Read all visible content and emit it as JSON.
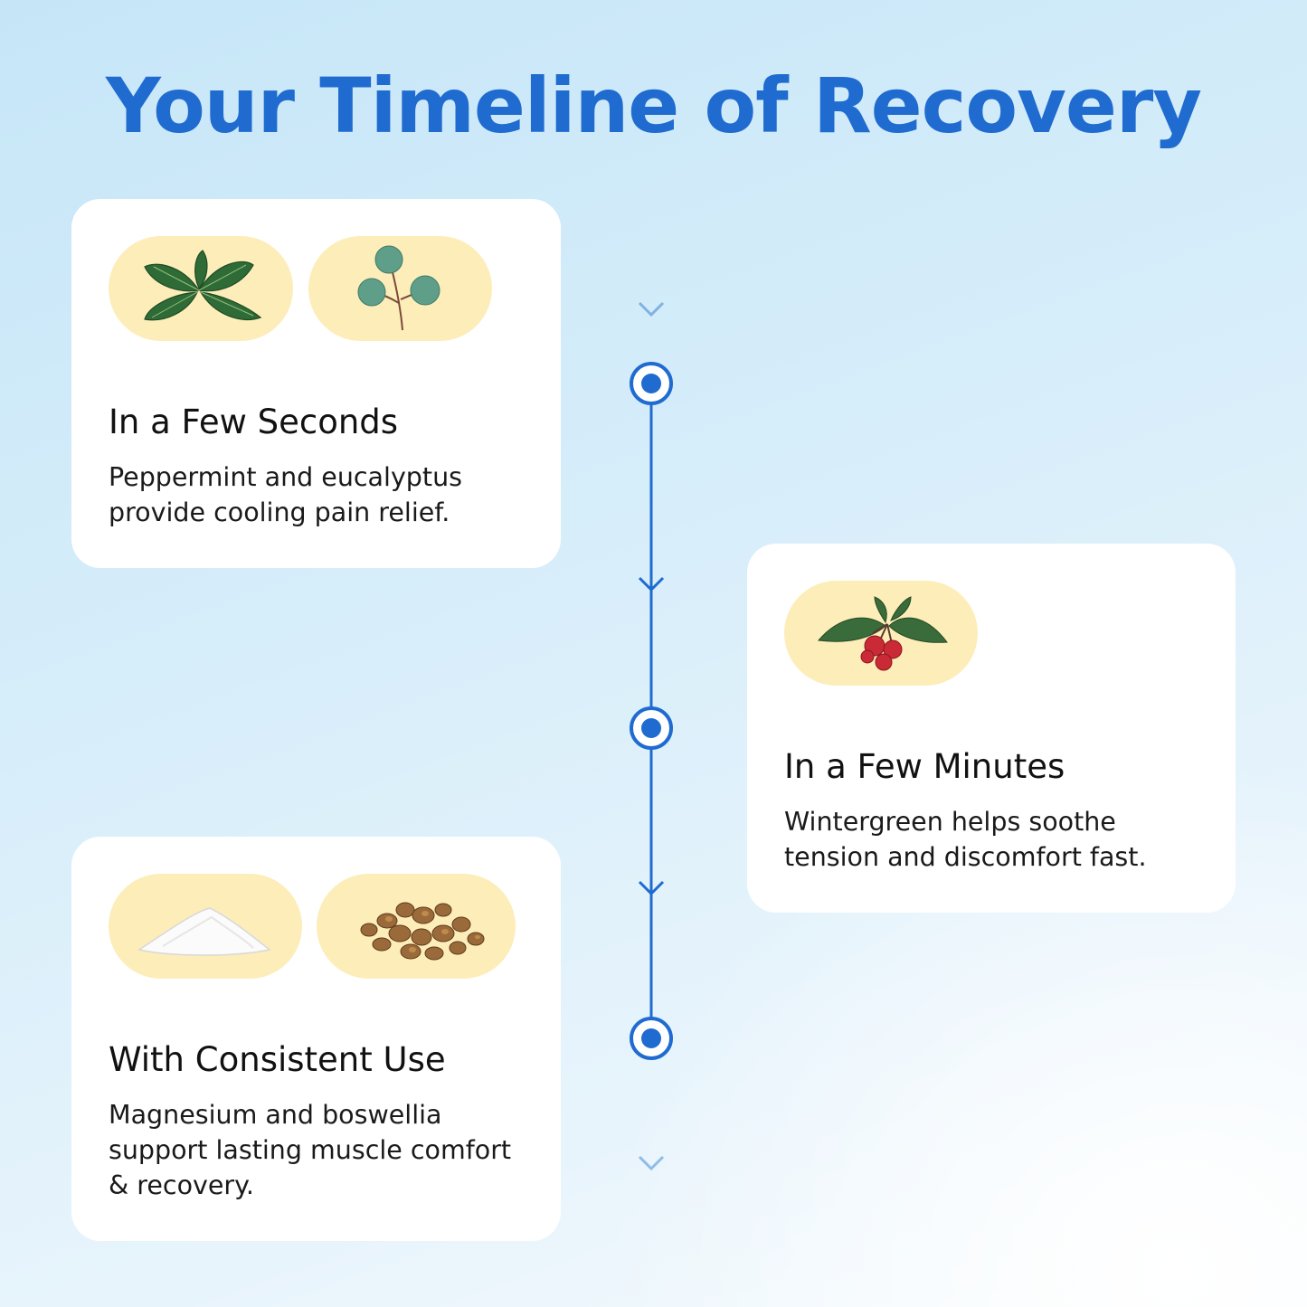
{
  "page": {
    "title": "Your Timeline of Recovery",
    "accent_color": "#1f6bd0",
    "pill_color": "#fdedb9"
  },
  "steps": [
    {
      "heading": "In a Few Seconds",
      "text": "Peppermint and eucalyptus provide cooling pain relief.",
      "icons": [
        "peppermint-leaf-icon",
        "eucalyptus-sprig-icon"
      ]
    },
    {
      "heading": "In a Few Minutes",
      "text": "Wintergreen helps soothe tension and discomfort fast.",
      "icons": [
        "wintergreen-berries-icon"
      ]
    },
    {
      "heading": "With Consistent Use",
      "text": "Magnesium and boswellia support lasting muscle comfort & recovery.",
      "icons": [
        "magnesium-powder-icon",
        "boswellia-resin-icon"
      ]
    }
  ]
}
